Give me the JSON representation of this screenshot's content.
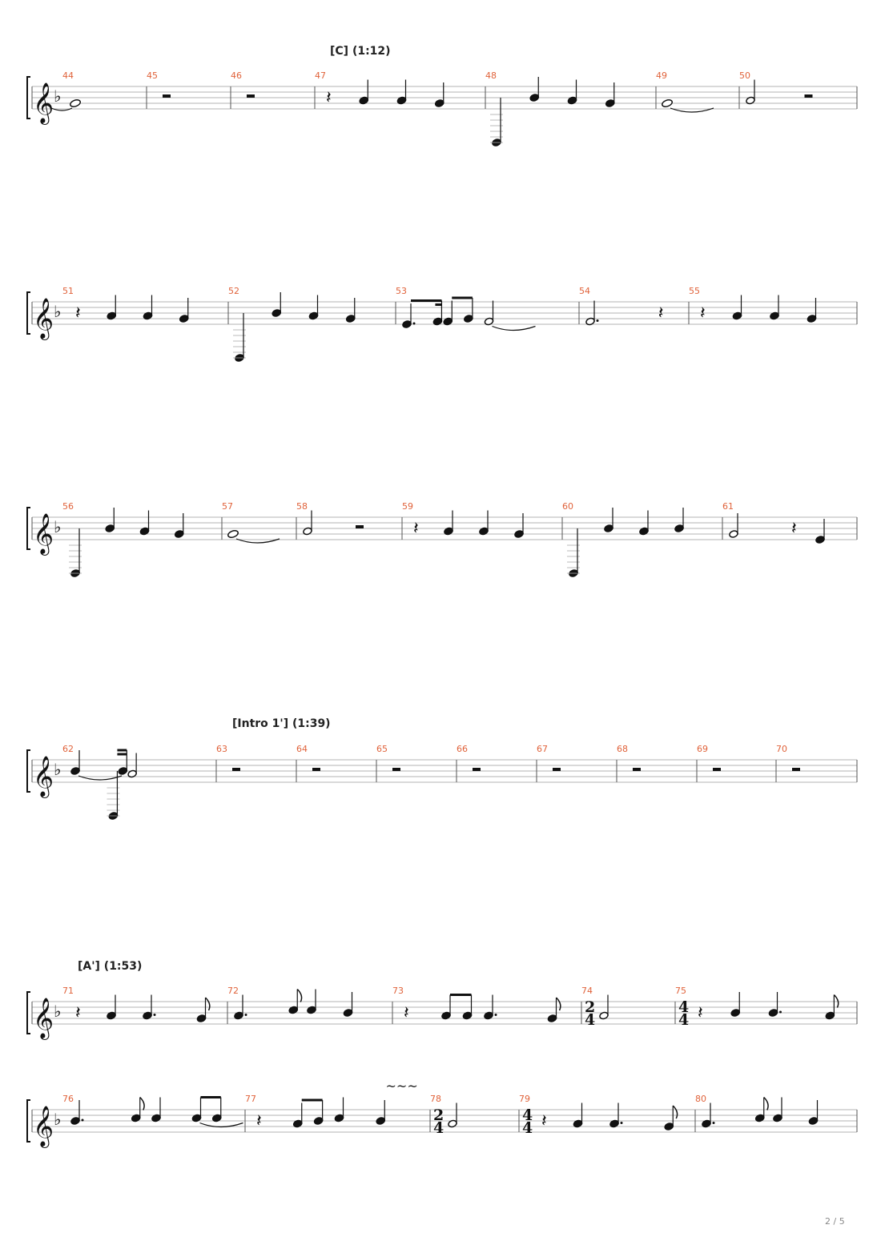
{
  "footer": {
    "page_indicator": "2 / 5"
  },
  "systems": [
    {
      "section": "[C] (1:12)",
      "measures": [
        {
          "number": "44",
          "events": [
            {
              "t": "note",
              "dur": "whole",
              "p": 2,
              "tieIn": true
            }
          ]
        },
        {
          "number": "45",
          "events": [
            {
              "t": "rest",
              "dur": "half"
            }
          ]
        },
        {
          "number": "46",
          "events": [
            {
              "t": "rest",
              "dur": "half"
            }
          ]
        },
        {
          "number": "47",
          "events": [
            {
              "t": "rest",
              "dur": "quarter"
            },
            {
              "t": "note",
              "dur": "quarter",
              "p": 3
            },
            {
              "t": "note",
              "dur": "quarter",
              "p": 3
            },
            {
              "t": "note",
              "dur": "quarter",
              "p": 2
            }
          ]
        },
        {
          "number": "48",
          "events": [
            {
              "t": "note",
              "dur": "quarter",
              "p": -12,
              "ledger": true
            },
            {
              "t": "note",
              "dur": "quarter",
              "p": 4
            },
            {
              "t": "note",
              "dur": "quarter",
              "p": 3
            },
            {
              "t": "note",
              "dur": "quarter",
              "p": 2
            }
          ]
        },
        {
          "number": "49",
          "events": [
            {
              "t": "note",
              "dur": "whole",
              "p": 2,
              "tieOut": true
            }
          ]
        },
        {
          "number": "50",
          "events": [
            {
              "t": "note",
              "dur": "half",
              "p": 3
            },
            {
              "t": "rest",
              "dur": "half"
            }
          ]
        }
      ]
    },
    {
      "section": "",
      "measures": [
        {
          "number": "51",
          "events": [
            {
              "t": "rest",
              "dur": "quarter"
            },
            {
              "t": "note",
              "dur": "quarter",
              "p": 3
            },
            {
              "t": "note",
              "dur": "quarter",
              "p": 3
            },
            {
              "t": "note",
              "dur": "quarter",
              "p": 2
            }
          ]
        },
        {
          "number": "52",
          "events": [
            {
              "t": "note",
              "dur": "quarter",
              "p": -12,
              "ledger": true
            },
            {
              "t": "note",
              "dur": "quarter",
              "p": 4
            },
            {
              "t": "note",
              "dur": "quarter",
              "p": 3
            },
            {
              "t": "note",
              "dur": "quarter",
              "p": 2
            }
          ]
        },
        {
          "number": "53",
          "events": [
            {
              "t": "note",
              "dur": "8d",
              "p": 0,
              "beam": "s"
            },
            {
              "t": "note",
              "dur": "16",
              "p": 1,
              "beam": "e"
            },
            {
              "t": "note",
              "dur": "8",
              "p": 1,
              "beam": "s"
            },
            {
              "t": "note",
              "dur": "8",
              "p": 2,
              "beam": "e"
            },
            {
              "t": "note",
              "dur": "half",
              "p": 1,
              "tieOut": true
            }
          ]
        },
        {
          "number": "54",
          "events": [
            {
              "t": "note",
              "dur": "halfd",
              "p": 1
            },
            {
              "t": "rest",
              "dur": "quarter"
            }
          ]
        },
        {
          "number": "55",
          "events": [
            {
              "t": "rest",
              "dur": "quarter"
            },
            {
              "t": "note",
              "dur": "quarter",
              "p": 3
            },
            {
              "t": "note",
              "dur": "quarter",
              "p": 3
            },
            {
              "t": "note",
              "dur": "quarter",
              "p": 2
            }
          ]
        }
      ]
    },
    {
      "section": "",
      "measures": [
        {
          "number": "56",
          "events": [
            {
              "t": "note",
              "dur": "quarter",
              "p": -12,
              "ledger": true
            },
            {
              "t": "note",
              "dur": "quarter",
              "p": 4
            },
            {
              "t": "note",
              "dur": "quarter",
              "p": 3
            },
            {
              "t": "note",
              "dur": "quarter",
              "p": 2
            }
          ]
        },
        {
          "number": "57",
          "events": [
            {
              "t": "note",
              "dur": "whole",
              "p": 2,
              "tieOut": true
            }
          ]
        },
        {
          "number": "58",
          "events": [
            {
              "t": "note",
              "dur": "half",
              "p": 3
            },
            {
              "t": "rest",
              "dur": "half"
            }
          ]
        },
        {
          "number": "59",
          "events": [
            {
              "t": "rest",
              "dur": "quarter"
            },
            {
              "t": "note",
              "dur": "quarter",
              "p": 3
            },
            {
              "t": "note",
              "dur": "quarter",
              "p": 3
            },
            {
              "t": "note",
              "dur": "quarter",
              "p": 2
            }
          ]
        },
        {
          "number": "60",
          "events": [
            {
              "t": "note",
              "dur": "quarter",
              "p": -12,
              "ledger": true
            },
            {
              "t": "note",
              "dur": "quarter",
              "p": 4
            },
            {
              "t": "note",
              "dur": "quarter",
              "p": 3
            },
            {
              "t": "note",
              "dur": "quarter",
              "p": 4
            }
          ]
        },
        {
          "number": "61",
          "events": [
            {
              "t": "note",
              "dur": "half",
              "p": 2
            },
            {
              "t": "rest",
              "dur": "quarter"
            },
            {
              "t": "note",
              "dur": "quarter",
              "p": 0
            }
          ]
        }
      ]
    },
    {
      "section": "[Intro 1'] (1:39)",
      "measures": [
        {
          "number": "62",
          "events": [
            {
              "t": "note",
              "dur": "quarter",
              "p": 4,
              "tieOut": true
            },
            {
              "t": "note",
              "dur": "16",
              "p": -12,
              "ledger": true,
              "beam": "s"
            },
            {
              "t": "note",
              "dur": "16",
              "p": 4,
              "beam": "e"
            },
            {
              "t": "note",
              "dur": "half",
              "p": 3
            }
          ]
        },
        {
          "number": "63",
          "events": [
            {
              "t": "rest",
              "dur": "half"
            }
          ]
        },
        {
          "number": "64",
          "events": [
            {
              "t": "rest",
              "dur": "half"
            }
          ]
        },
        {
          "number": "65",
          "events": [
            {
              "t": "rest",
              "dur": "half"
            }
          ]
        },
        {
          "number": "66",
          "events": [
            {
              "t": "rest",
              "dur": "half"
            }
          ]
        },
        {
          "number": "67",
          "events": [
            {
              "t": "rest",
              "dur": "half"
            }
          ]
        },
        {
          "number": "68",
          "events": [
            {
              "t": "rest",
              "dur": "half"
            }
          ]
        },
        {
          "number": "69",
          "events": [
            {
              "t": "rest",
              "dur": "half"
            }
          ]
        },
        {
          "number": "70",
          "events": [
            {
              "t": "rest",
              "dur": "half"
            }
          ]
        }
      ]
    },
    {
      "section": "[A'] (1:53)",
      "measures": [
        {
          "number": "71",
          "events": [
            {
              "t": "rest",
              "dur": "quarter"
            },
            {
              "t": "note",
              "dur": "quarter",
              "p": 3
            },
            {
              "t": "note",
              "dur": "qd",
              "p": 3
            },
            {
              "t": "note",
              "dur": "8",
              "p": 2
            }
          ]
        },
        {
          "number": "72",
          "events": [
            {
              "t": "note",
              "dur": "qd",
              "p": 3
            },
            {
              "t": "note",
              "dur": "8",
              "p": 5
            },
            {
              "t": "note",
              "dur": "quarter",
              "p": 5
            },
            {
              "t": "note",
              "dur": "quarter",
              "p": 4
            }
          ]
        },
        {
          "number": "73",
          "events": [
            {
              "t": "rest",
              "dur": "quarter"
            },
            {
              "t": "note",
              "dur": "8",
              "p": 3,
              "beam": "s"
            },
            {
              "t": "note",
              "dur": "8",
              "p": 3,
              "beam": "e"
            },
            {
              "t": "note",
              "dur": "qd",
              "p": 3
            },
            {
              "t": "note",
              "dur": "8",
              "p": 2
            }
          ]
        },
        {
          "number": "74",
          "time": [
            "2",
            "4"
          ],
          "events": [
            {
              "t": "note",
              "dur": "half",
              "p": 3
            }
          ]
        },
        {
          "number": "75",
          "time": [
            "4",
            "4"
          ],
          "events": [
            {
              "t": "rest",
              "dur": "quarter"
            },
            {
              "t": "note",
              "dur": "quarter",
              "p": 4
            },
            {
              "t": "note",
              "dur": "qd",
              "p": 4
            },
            {
              "t": "note",
              "dur": "8",
              "p": 3
            }
          ]
        }
      ]
    },
    {
      "section": "",
      "measures": [
        {
          "number": "76",
          "events": [
            {
              "t": "note",
              "dur": "qd",
              "p": 4
            },
            {
              "t": "note",
              "dur": "8",
              "p": 5
            },
            {
              "t": "note",
              "dur": "quarter",
              "p": 5
            },
            {
              "t": "note",
              "dur": "8",
              "p": 5,
              "beam": "s",
              "tieOut": true
            },
            {
              "t": "note",
              "dur": "8",
              "p": 5,
              "beam": "e"
            }
          ]
        },
        {
          "number": "77",
          "trill": "~~~",
          "events": [
            {
              "t": "rest",
              "dur": "quarter"
            },
            {
              "t": "note",
              "dur": "8",
              "p": 3,
              "beam": "s"
            },
            {
              "t": "note",
              "dur": "8",
              "p": 4,
              "beam": "e"
            },
            {
              "t": "note",
              "dur": "quarter",
              "p": 5
            },
            {
              "t": "note",
              "dur": "quarter",
              "p": 4
            }
          ]
        },
        {
          "number": "78",
          "time": [
            "2",
            "4"
          ],
          "events": [
            {
              "t": "note",
              "dur": "half",
              "p": 3
            }
          ]
        },
        {
          "number": "79",
          "time": [
            "4",
            "4"
          ],
          "events": [
            {
              "t": "rest",
              "dur": "quarter"
            },
            {
              "t": "note",
              "dur": "quarter",
              "p": 3
            },
            {
              "t": "note",
              "dur": "qd",
              "p": 3
            },
            {
              "t": "note",
              "dur": "8",
              "p": 2
            }
          ]
        },
        {
          "number": "80",
          "events": [
            {
              "t": "note",
              "dur": "qd",
              "p": 3
            },
            {
              "t": "note",
              "dur": "8",
              "p": 5
            },
            {
              "t": "note",
              "dur": "quarter",
              "p": 5
            },
            {
              "t": "note",
              "dur": "quarter",
              "p": 4
            }
          ]
        }
      ]
    }
  ]
}
